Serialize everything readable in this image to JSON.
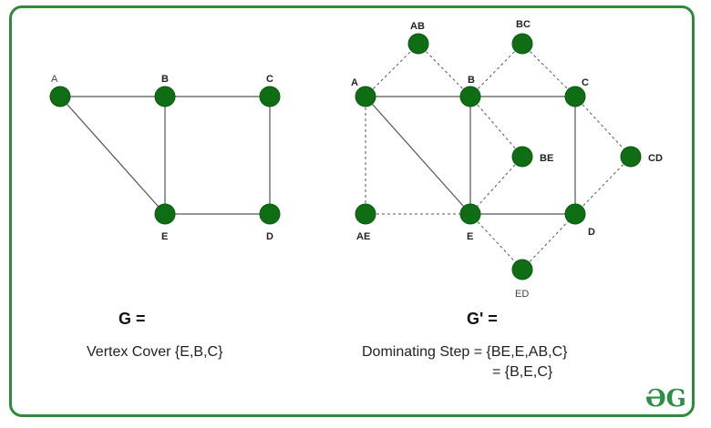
{
  "colors": {
    "node_fill": "#0f6e14",
    "node_stroke": "#0a5a0f",
    "edge": "#555555",
    "frame": "#2e8b3a",
    "logo": "#2f8d46"
  },
  "graph_g": {
    "nodes": [
      {
        "id": "A",
        "label": "A"
      },
      {
        "id": "B",
        "label": "B"
      },
      {
        "id": "C",
        "label": "C"
      },
      {
        "id": "E",
        "label": "E"
      },
      {
        "id": "D",
        "label": "D"
      }
    ],
    "edges": [
      [
        "A",
        "B"
      ],
      [
        "B",
        "C"
      ],
      [
        "A",
        "E"
      ],
      [
        "B",
        "E"
      ],
      [
        "C",
        "D"
      ],
      [
        "E",
        "D"
      ]
    ]
  },
  "graph_g_prime": {
    "nodes": [
      {
        "id": "A",
        "label": "A"
      },
      {
        "id": "B",
        "label": "B"
      },
      {
        "id": "C",
        "label": "C"
      },
      {
        "id": "E",
        "label": "E"
      },
      {
        "id": "D",
        "label": "D"
      },
      {
        "id": "AB",
        "label": "AB"
      },
      {
        "id": "BC",
        "label": "BC"
      },
      {
        "id": "BE",
        "label": "BE"
      },
      {
        "id": "CD",
        "label": "CD"
      },
      {
        "id": "AE",
        "label": "AE"
      },
      {
        "id": "ED",
        "label": "ED"
      }
    ],
    "solid_edges": [
      [
        "A",
        "B"
      ],
      [
        "B",
        "C"
      ],
      [
        "A",
        "E"
      ],
      [
        "B",
        "E"
      ],
      [
        "C",
        "D"
      ],
      [
        "E",
        "D"
      ]
    ],
    "dashed_edges": [
      [
        "A",
        "AB"
      ],
      [
        "AB",
        "B"
      ],
      [
        "B",
        "BC"
      ],
      [
        "BC",
        "C"
      ],
      [
        "B",
        "BE"
      ],
      [
        "BE",
        "E"
      ],
      [
        "C",
        "CD"
      ],
      [
        "CD",
        "D"
      ],
      [
        "A",
        "AE"
      ],
      [
        "AE",
        "E"
      ],
      [
        "E",
        "ED"
      ],
      [
        "ED",
        "D"
      ]
    ]
  },
  "captions": {
    "g_title": "G =",
    "g_prime_title": "G' =",
    "vertex_cover": "Vertex Cover {E,B,C}",
    "dominating_line1": "Dominating Step = {BE,E,AB,C}",
    "dominating_line2": "= {B,E,C}"
  },
  "logo_text": "ƏG"
}
